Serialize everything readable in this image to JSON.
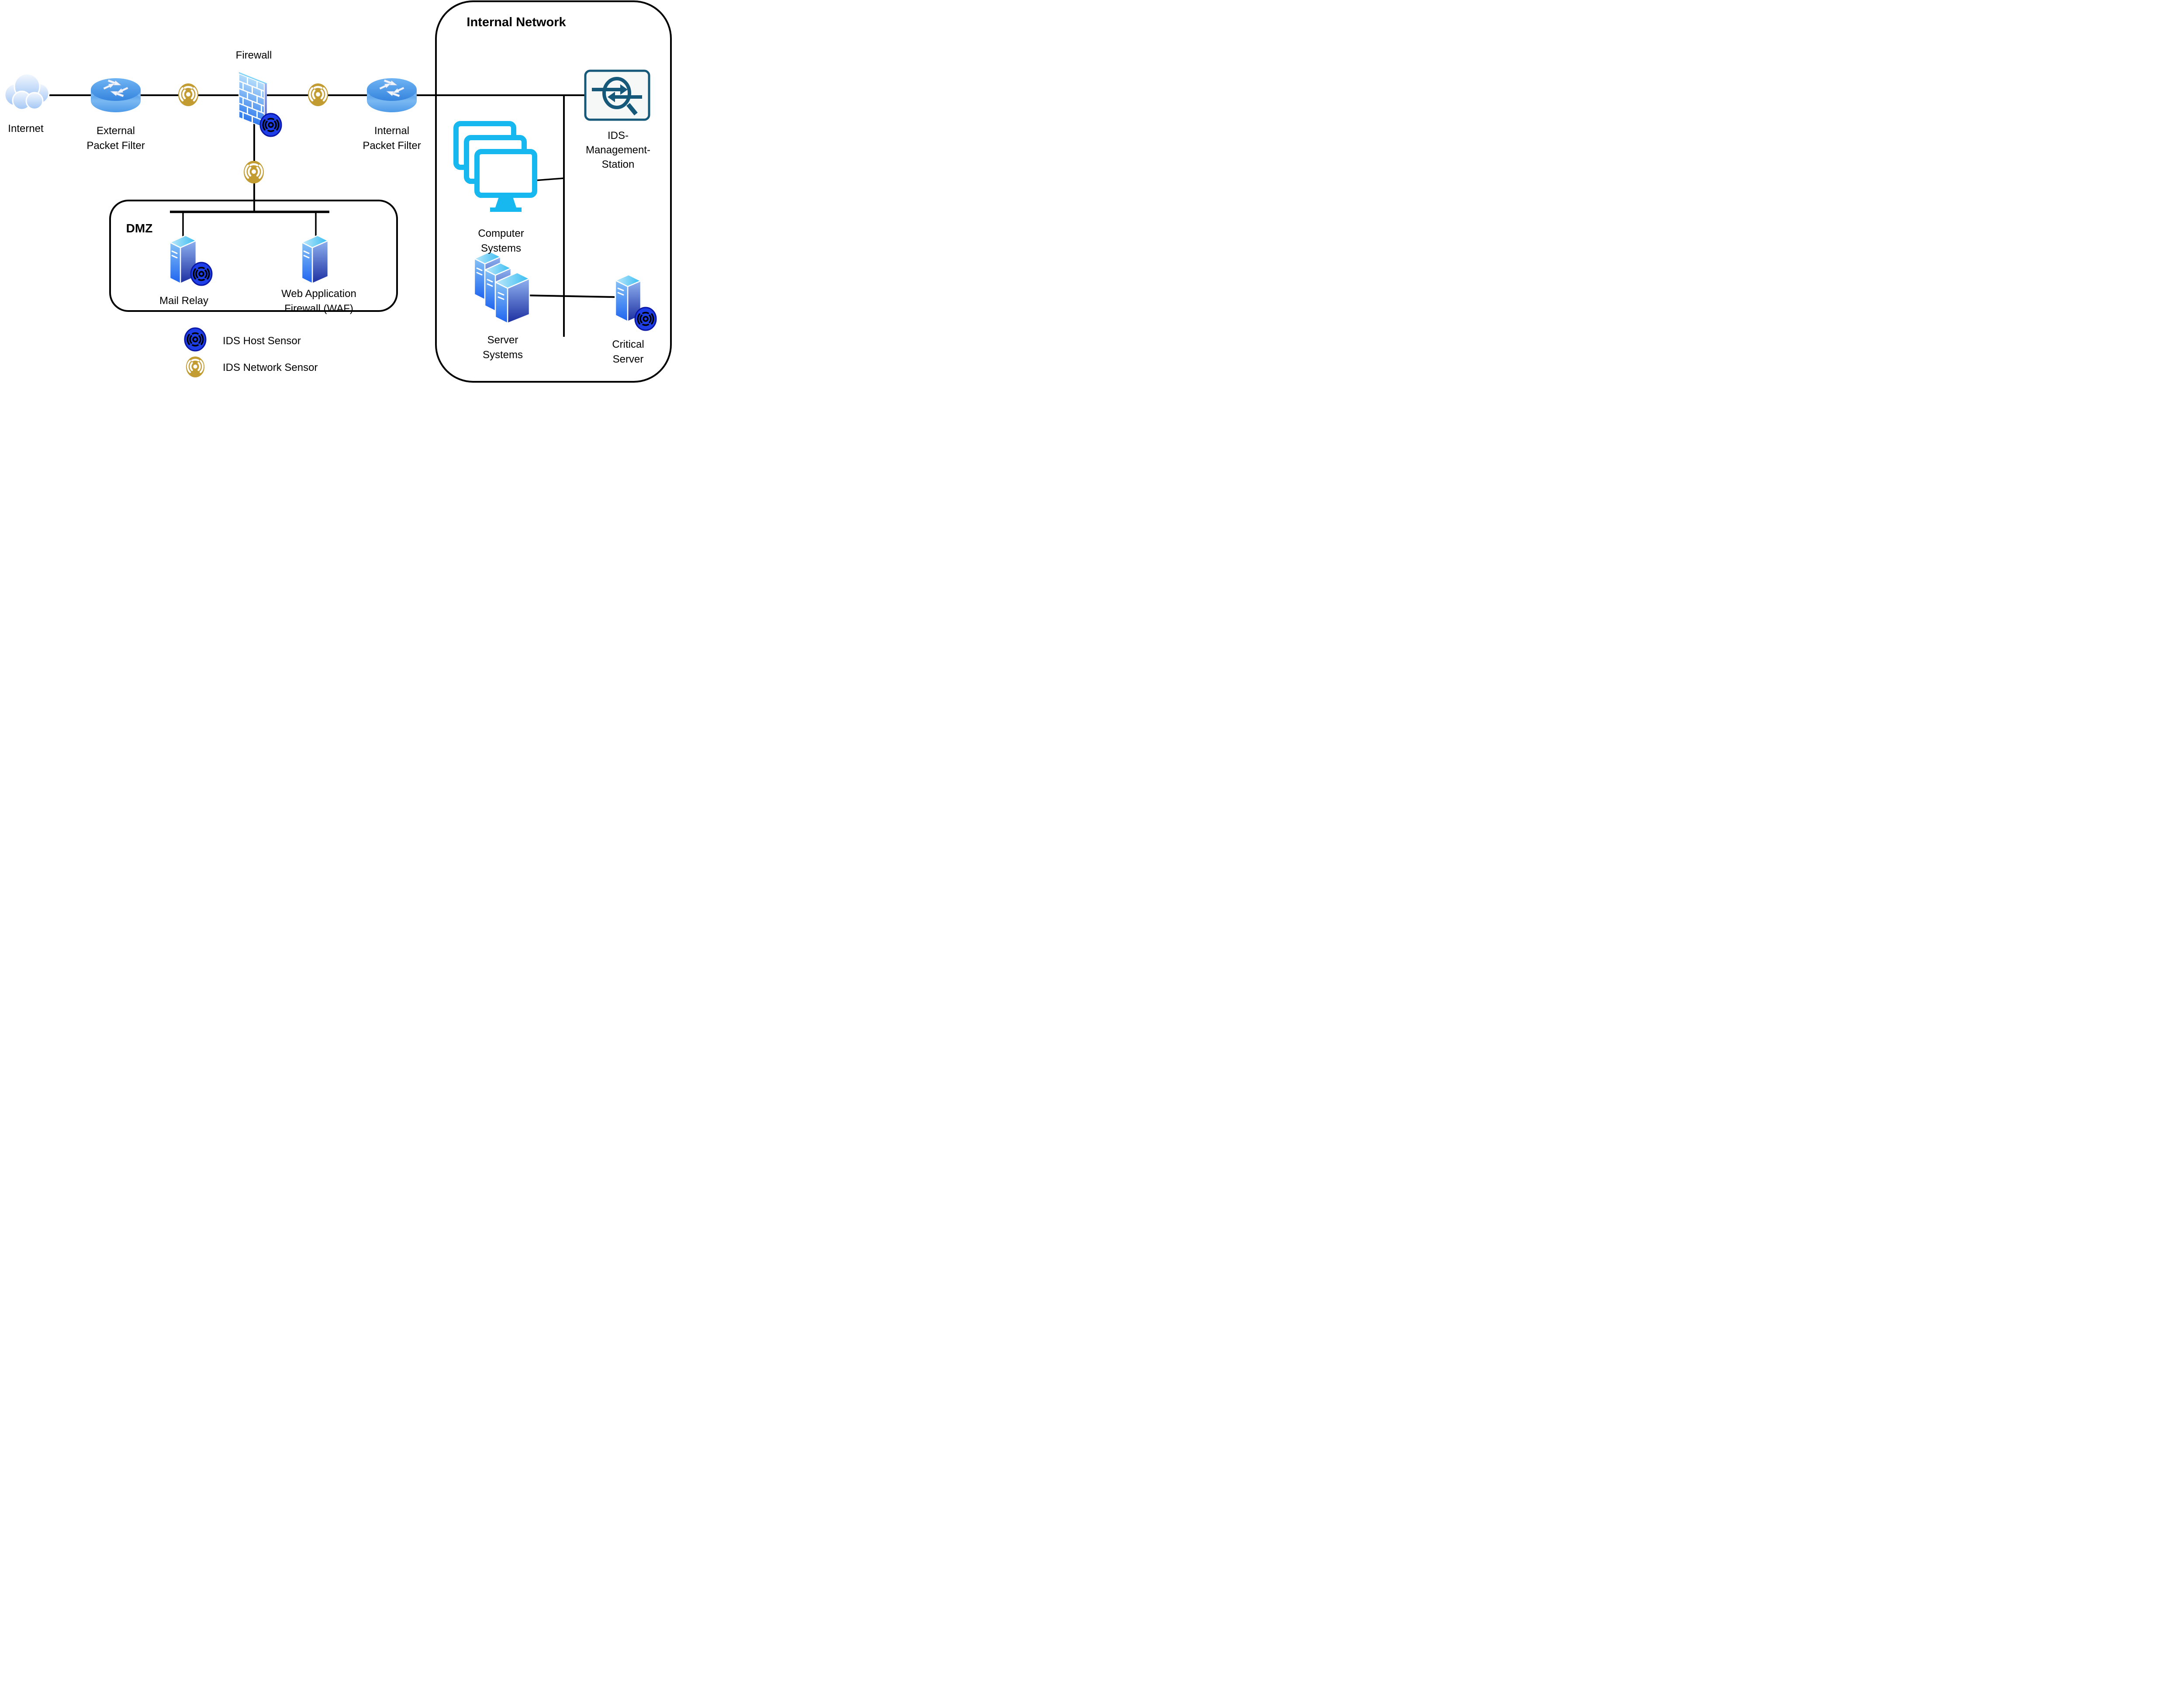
{
  "zones": {
    "internal_network": {
      "label": "Internal Network"
    },
    "dmz": {
      "label": "DMZ"
    }
  },
  "nodes": {
    "internet": {
      "label": "Internet"
    },
    "external_packet_filter": {
      "line1": "External",
      "line2": "Packet Filter"
    },
    "firewall": {
      "label": "Firewall"
    },
    "internal_packet_filter": {
      "line1": "Internal",
      "line2": "Packet Filter"
    },
    "ids_management_station": {
      "line1": "IDS-",
      "line2": "Management-",
      "line3": "Station"
    },
    "computer_systems": {
      "line1": "Computer",
      "line2": "Systems"
    },
    "server_systems": {
      "line1": "Server",
      "line2": "Systems"
    },
    "critical_server": {
      "line1": "Critical",
      "line2": "Server"
    },
    "mail_relay": {
      "label": "Mail Relay"
    },
    "web_application_firewall": {
      "line1": "Web Application",
      "line2": "Firewall (WAF)"
    }
  },
  "legend": {
    "host_sensor_label": "IDS Host Sensor",
    "network_sensor_label": "IDS Network Sensor"
  },
  "icons": {
    "internet": "cloud-icon",
    "packet_filter": "router-icon",
    "firewall": "brick-wall-icon",
    "ids_host_sensor": "host-sensor-icon",
    "ids_network_sensor": "network-sensor-icon",
    "ids_management_station": "magnifier-arrows-icon",
    "computer_systems": "monitors-icon",
    "server_systems": "server-towers-icon",
    "critical_server": "server-tower-icon"
  },
  "colors": {
    "network_sensor_gold": "#C29B31",
    "host_sensor_blue": "#1E3EE8",
    "host_sensor_border": "#0A17A6",
    "computer_cyan": "#17B7F0",
    "ids_station_teal": "#15587A",
    "router_blue": "#3E8EE0",
    "server_dark_blue": "#1C2EA0",
    "connector": "#000000"
  }
}
